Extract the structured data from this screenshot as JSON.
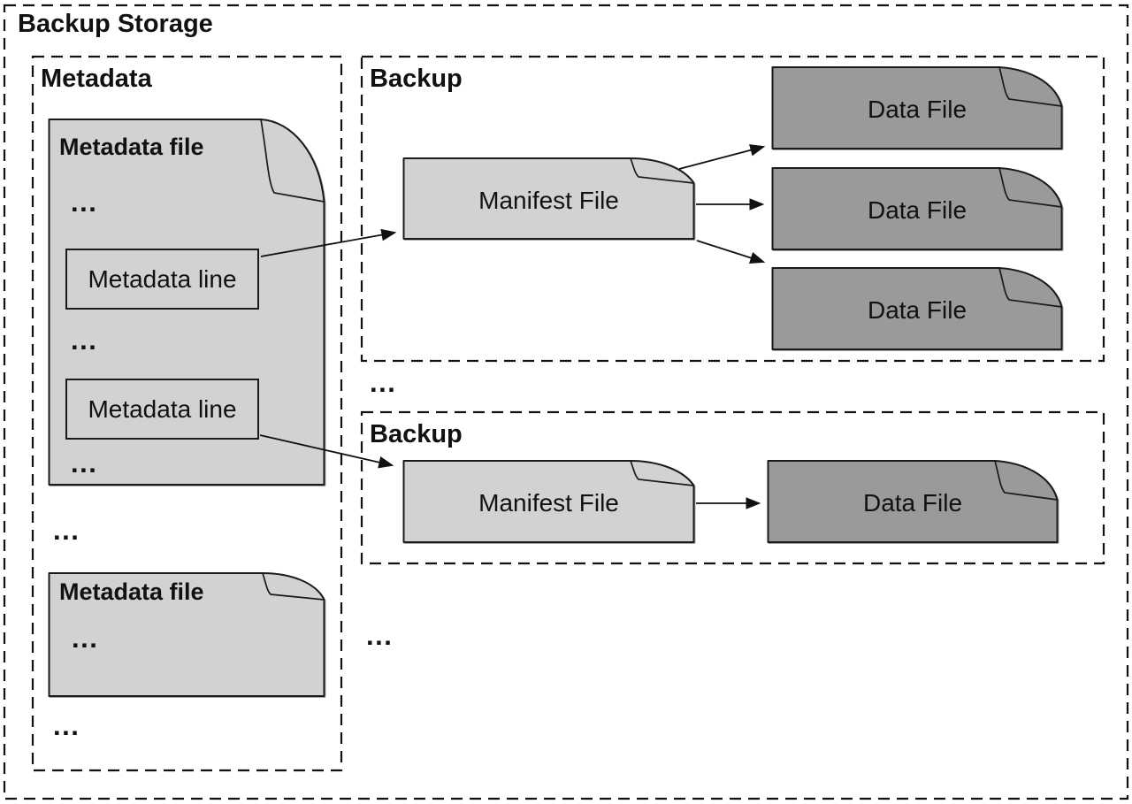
{
  "title": "Backup Storage",
  "metadata": {
    "label": "Metadata",
    "file1": {
      "title": "Metadata file",
      "ellipsis1": "...",
      "line1": "Metadata line",
      "ellipsis2": "...",
      "line2": "Metadata line",
      "ellipsis3": "..."
    },
    "gap1": "...",
    "file2": {
      "title": "Metadata file",
      "ellipsis1": "..."
    },
    "gap2": "..."
  },
  "backup1": {
    "label": "Backup",
    "manifest": "Manifest File",
    "data_files": [
      "Data File",
      "Data File",
      "Data File"
    ]
  },
  "gap_backups": "...",
  "backup2": {
    "label": "Backup",
    "manifest": "Manifest File",
    "data_files": [
      "Data File"
    ]
  },
  "gap_bottom": "...",
  "colors": {
    "light_file": "#d2d2d2",
    "dark_file": "#9a9a9a",
    "outline": "#1a1a1a",
    "dashed_border": "#111111",
    "background": "#ffffff",
    "text": "#111111"
  }
}
